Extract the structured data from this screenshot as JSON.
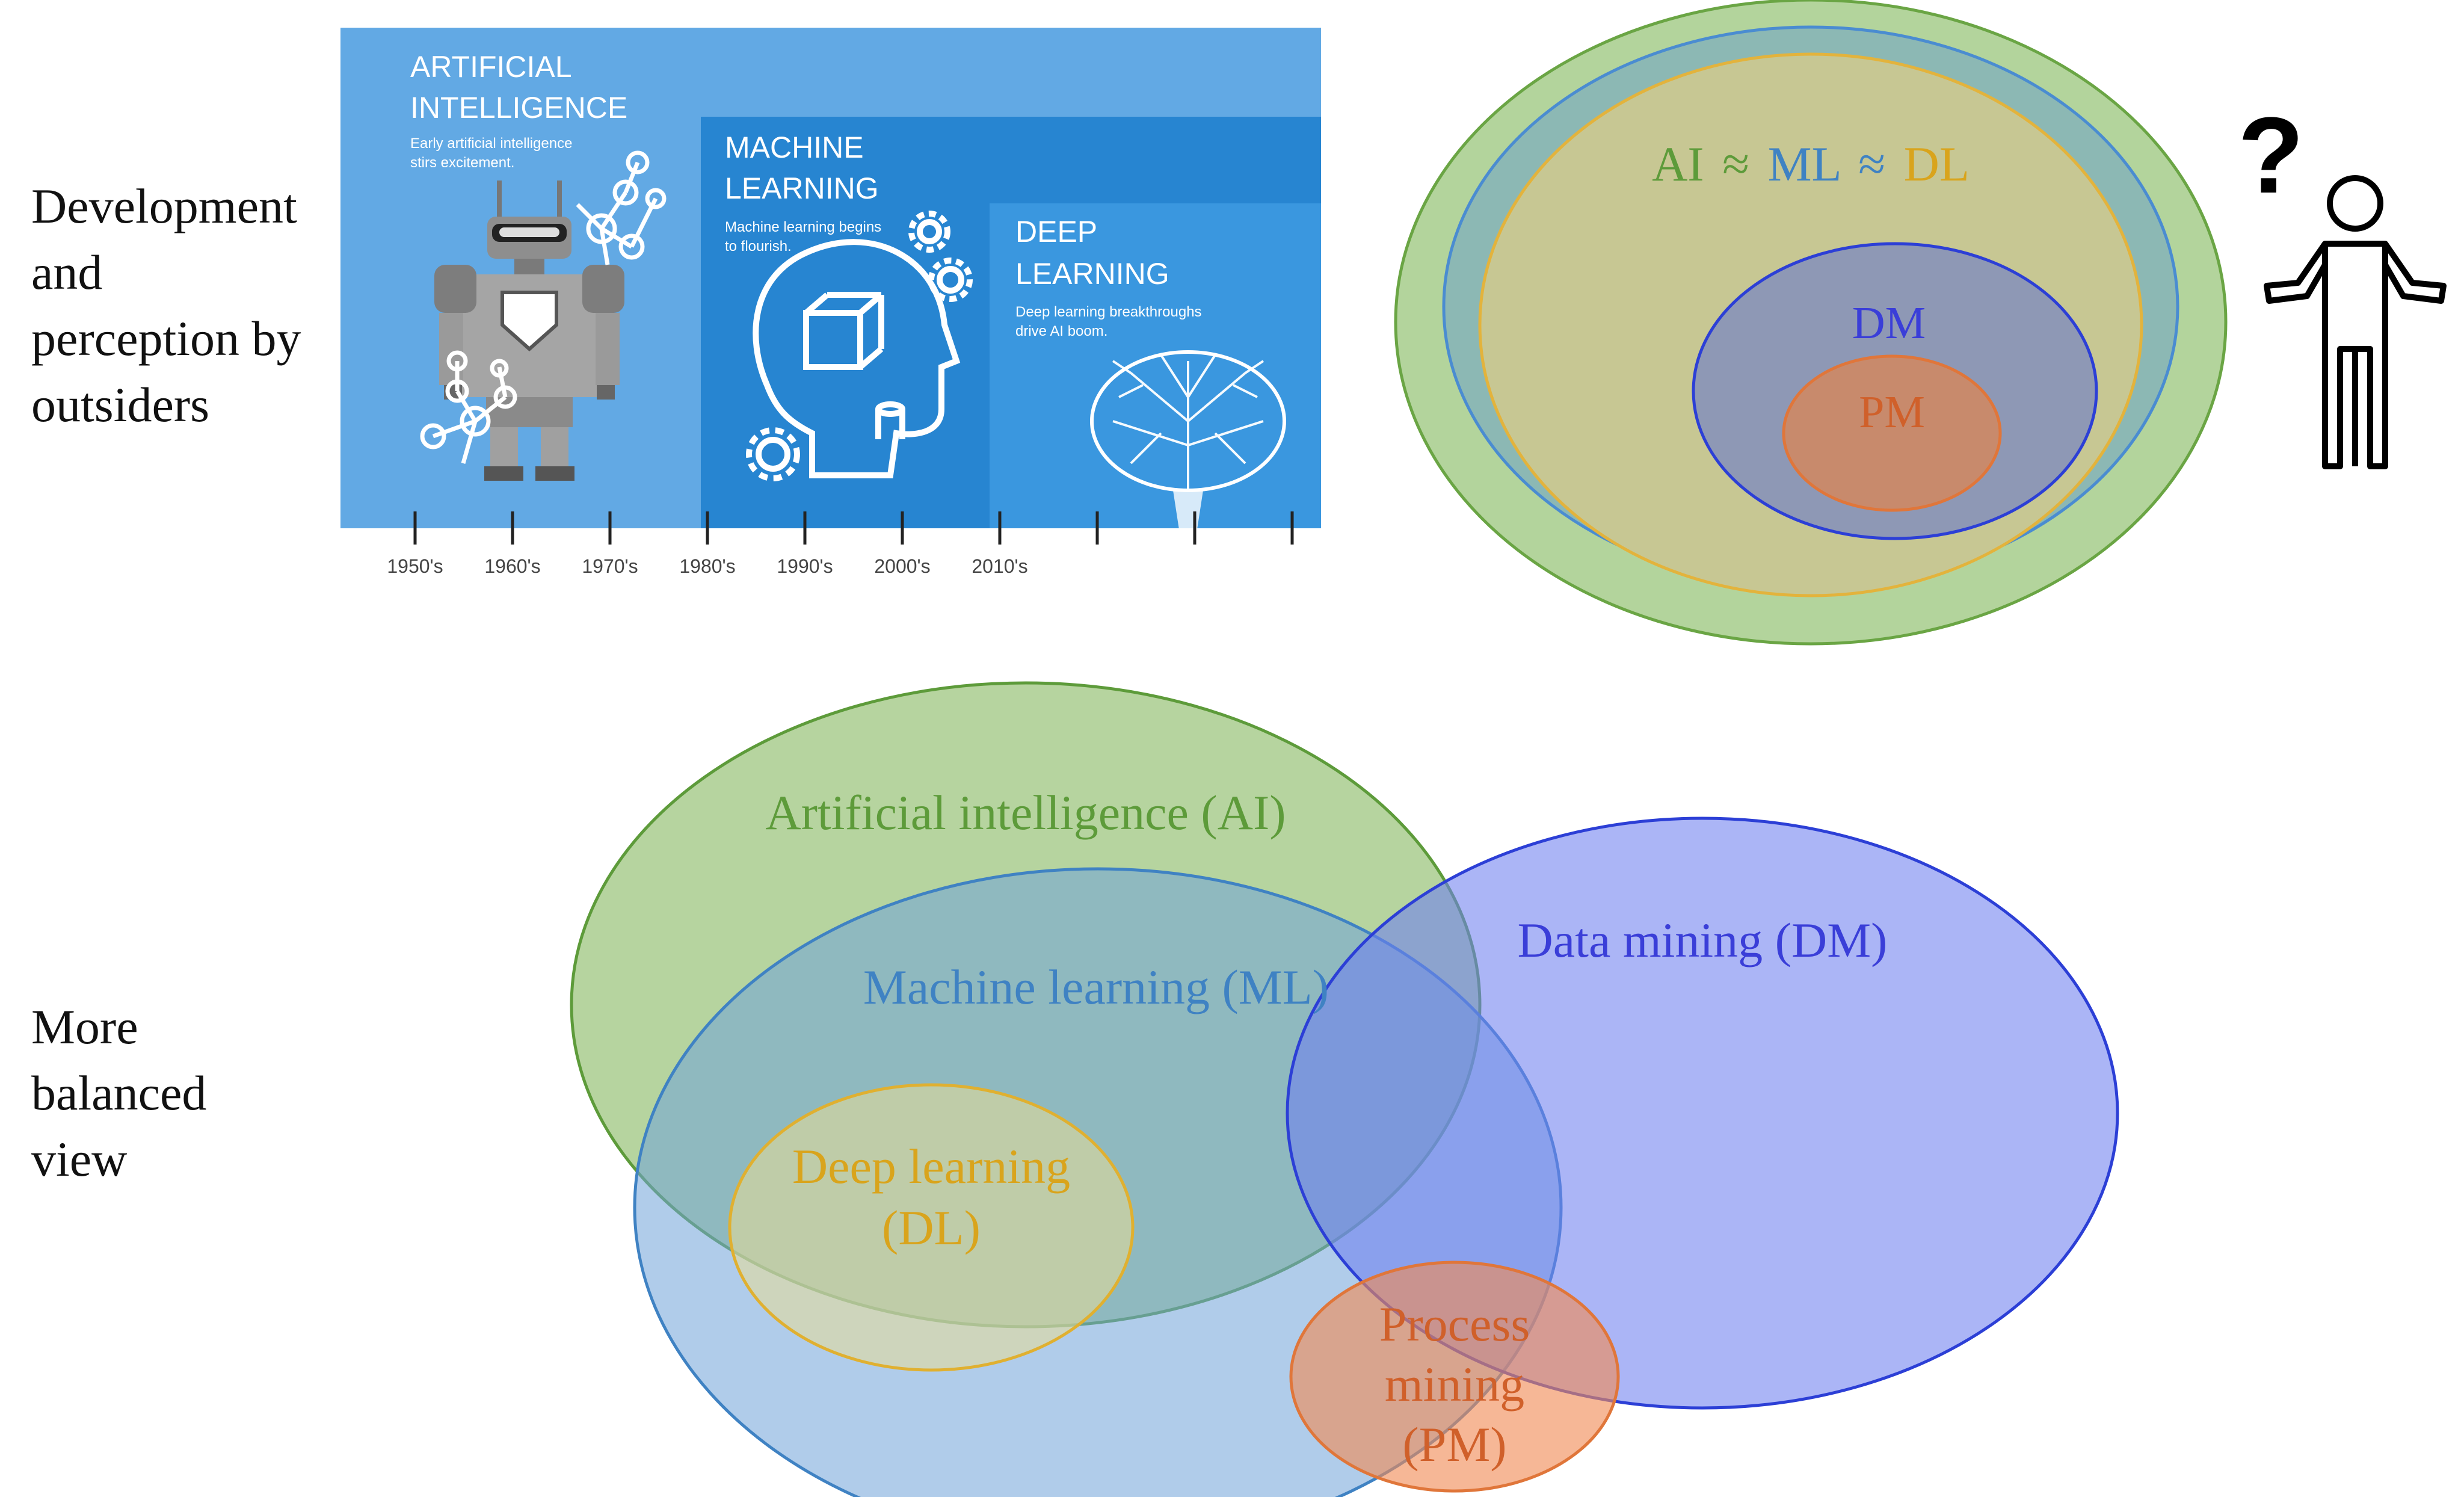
{
  "top_label": [
    "Development",
    "and",
    "perception by",
    "outsiders"
  ],
  "bottom_label": [
    "More",
    "balanced",
    "view"
  ],
  "timeline": {
    "ai": {
      "title_line1": "ARTIFICIAL",
      "title_line2": "INTELLIGENCE",
      "desc_line1": "Early artificial intelligence",
      "desc_line2": "stirs excitement."
    },
    "ml": {
      "title_line1": "MACHINE",
      "title_line2": "LEARNING",
      "desc_line1": "Machine learning begins",
      "desc_line2": "to flourish."
    },
    "dl": {
      "title_line1": "DEEP",
      "title_line2": "LEARNING",
      "desc_line1": "Deep learning breakthroughs",
      "desc_line2": "drive AI boom."
    },
    "decades": [
      "1950's",
      "1960's",
      "1970's",
      "1980's",
      "1990's",
      "2000's",
      "2010's"
    ]
  },
  "perception": {
    "ai": "AI",
    "approx1": "≈",
    "ml": "ML",
    "approx2": "≈",
    "dl": "DL",
    "dm": "DM",
    "pm": "PM",
    "question": "?"
  },
  "venn": {
    "ai": "Artificial intelligence (AI)",
    "ml": "Machine learning (ML)",
    "dm": "Data mining (DM)",
    "dl_line1": "Deep learning",
    "dl_line2": "(DL)",
    "pm_line1": "Process",
    "pm_line2": "mining",
    "pm_line3": "(PM)"
  },
  "colors": {
    "ai_green": "#5d9b3a",
    "ml_blue": "#3f82c3",
    "dl_gold": "#d9a41c",
    "dm_blue": "#3a3ed8",
    "pm_orange": "#d0602a",
    "timeline_bg": "#5da9e6"
  }
}
